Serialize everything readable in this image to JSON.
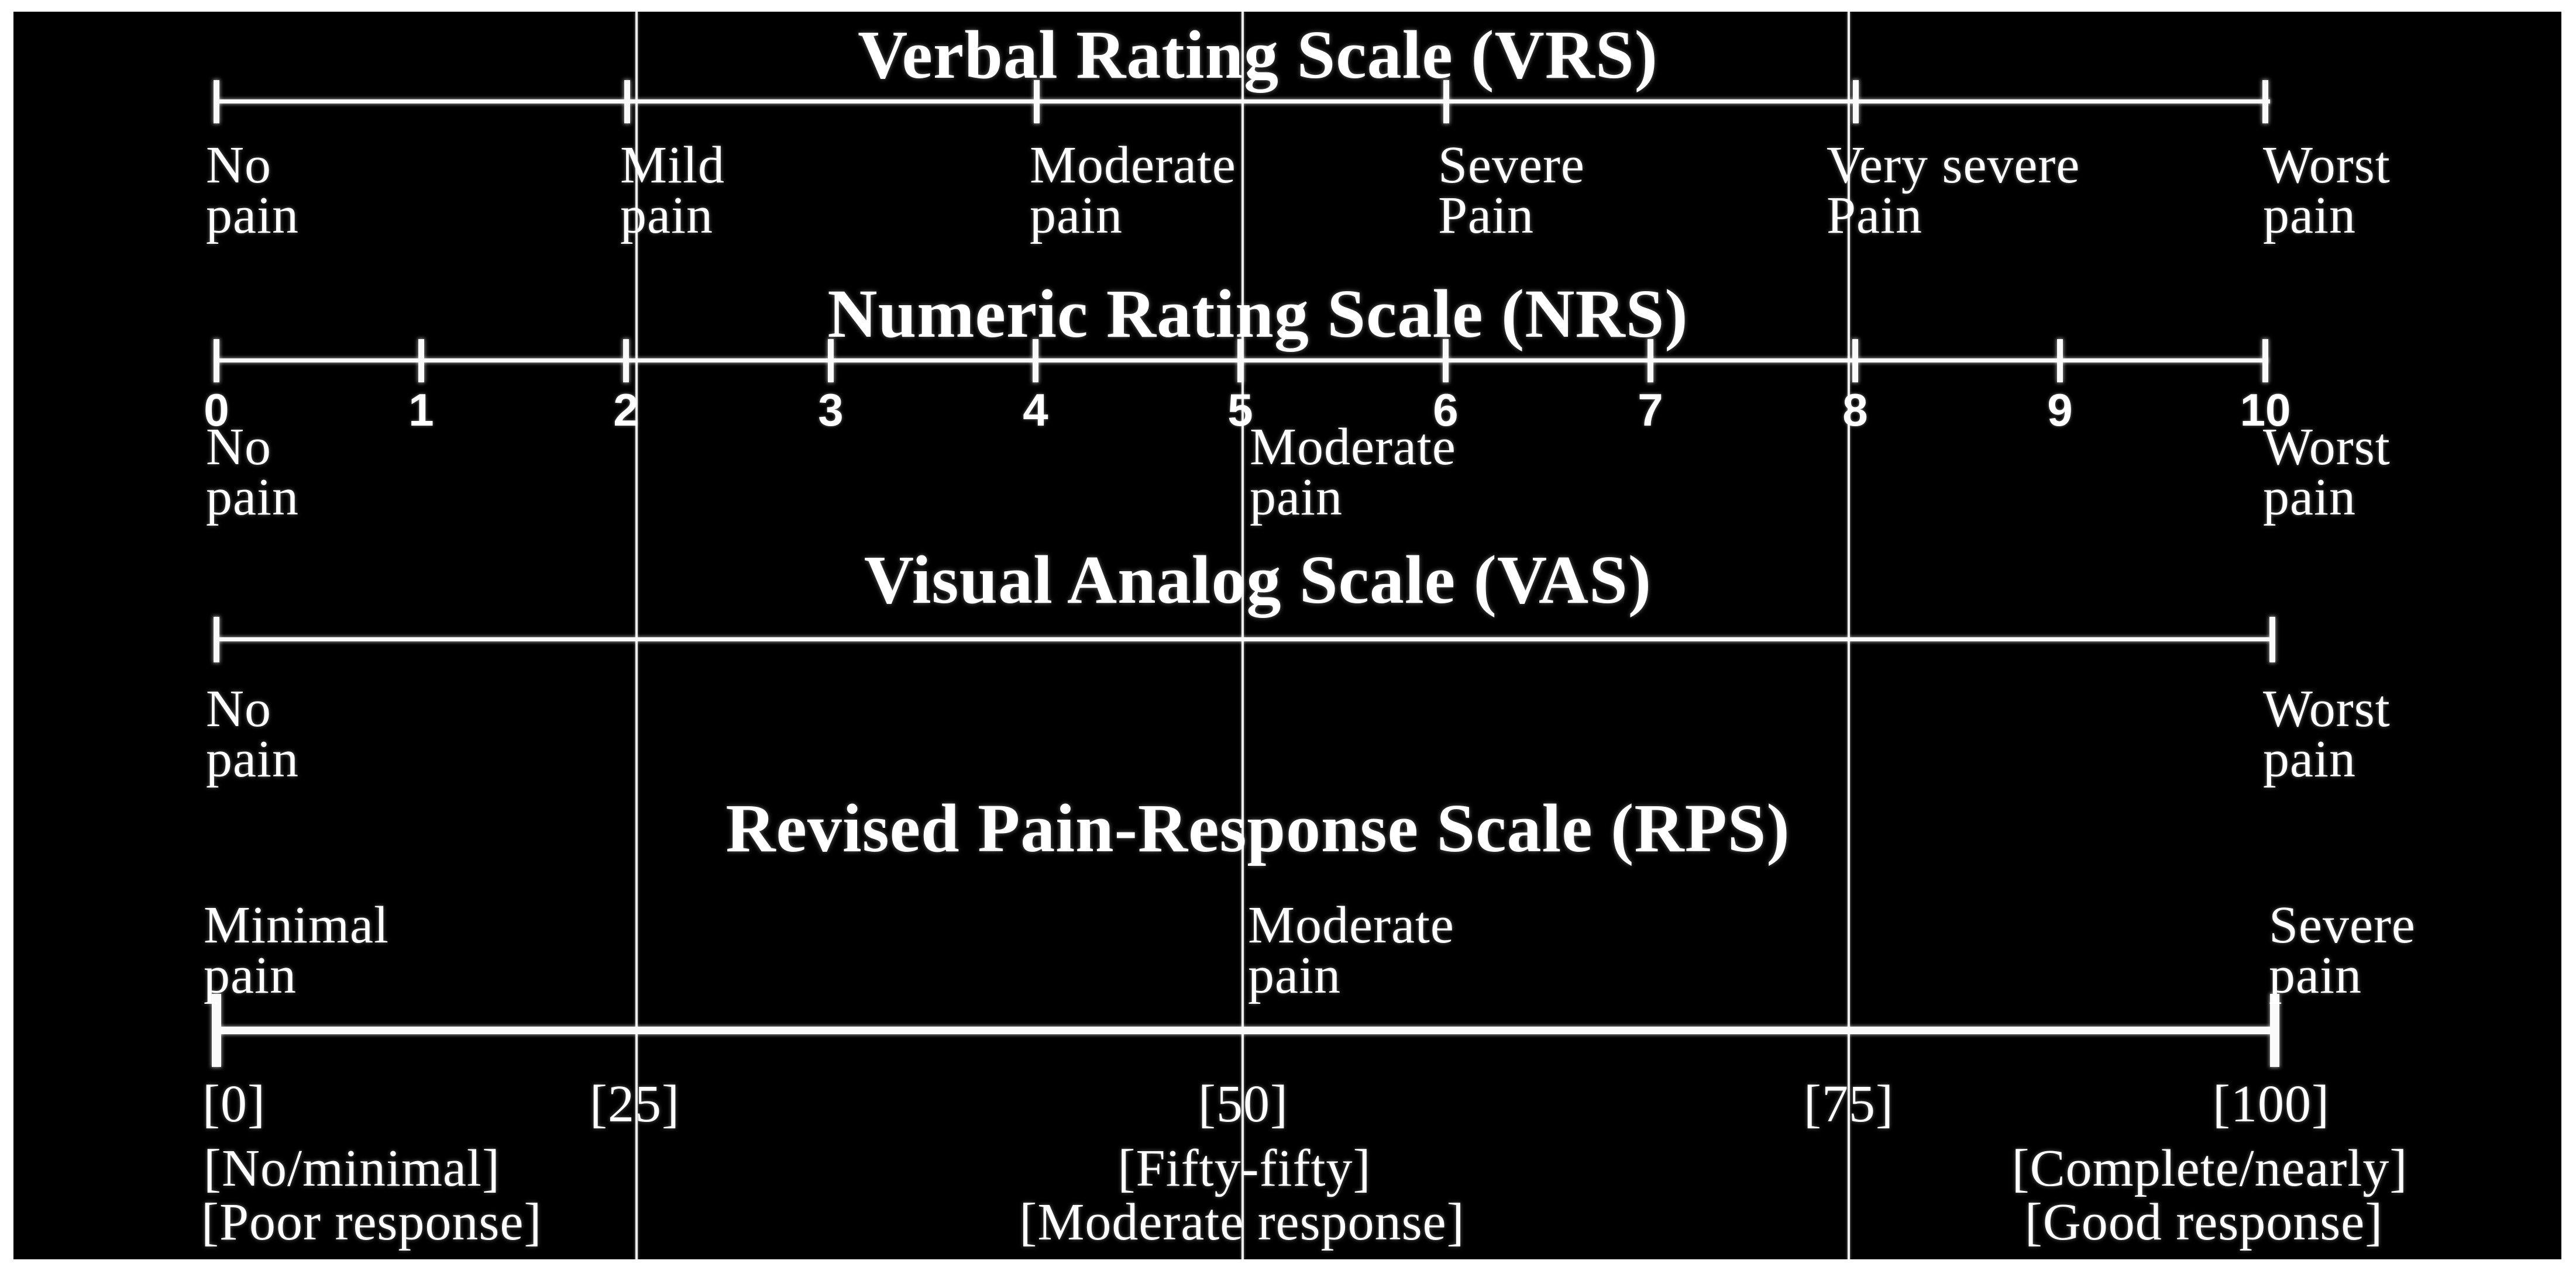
{
  "colors": {
    "frame": "#ffffff",
    "canvas": "#000000",
    "ink": "#ffffff"
  },
  "scales": {
    "vrs": {
      "title": "Verbal Rating Scale (VRS)",
      "anchors": [
        [
          "No",
          "pain"
        ],
        [
          "Mild",
          "pain"
        ],
        [
          "Moderate",
          "pain"
        ],
        [
          "Severe",
          "Pain"
        ],
        [
          "Very severe",
          "Pain"
        ],
        [
          "Worst",
          "pain"
        ]
      ]
    },
    "nrs": {
      "title": "Numeric Rating Scale (NRS)",
      "numbers": [
        "0",
        "1",
        "2",
        "3",
        "4",
        "5",
        "6",
        "7",
        "8",
        "9",
        "10"
      ],
      "anchors": [
        [
          "No",
          "pain"
        ],
        [
          "Moderate",
          "pain"
        ],
        [
          "Worst",
          "pain"
        ]
      ]
    },
    "vas": {
      "title": "Visual Analog Scale (VAS)",
      "anchors": [
        [
          "No",
          "pain"
        ],
        [
          "Worst",
          "pain"
        ]
      ]
    },
    "rps": {
      "title": "Revised Pain-Response Scale (RPS)",
      "pain_levels": [
        [
          "Minimal",
          "pain"
        ],
        [
          "Moderate",
          "pain"
        ],
        [
          "Severe",
          "pain"
        ]
      ],
      "scores": [
        "[0]",
        "[25]",
        "[50]",
        "[75]",
        "[100]"
      ],
      "response_amount": [
        "[No/minimal]",
        "[Fifty-fifty]",
        "[Complete/nearly]"
      ],
      "response_quality": [
        "[Poor response]",
        "[Moderate response]",
        "[Good response]"
      ]
    }
  }
}
